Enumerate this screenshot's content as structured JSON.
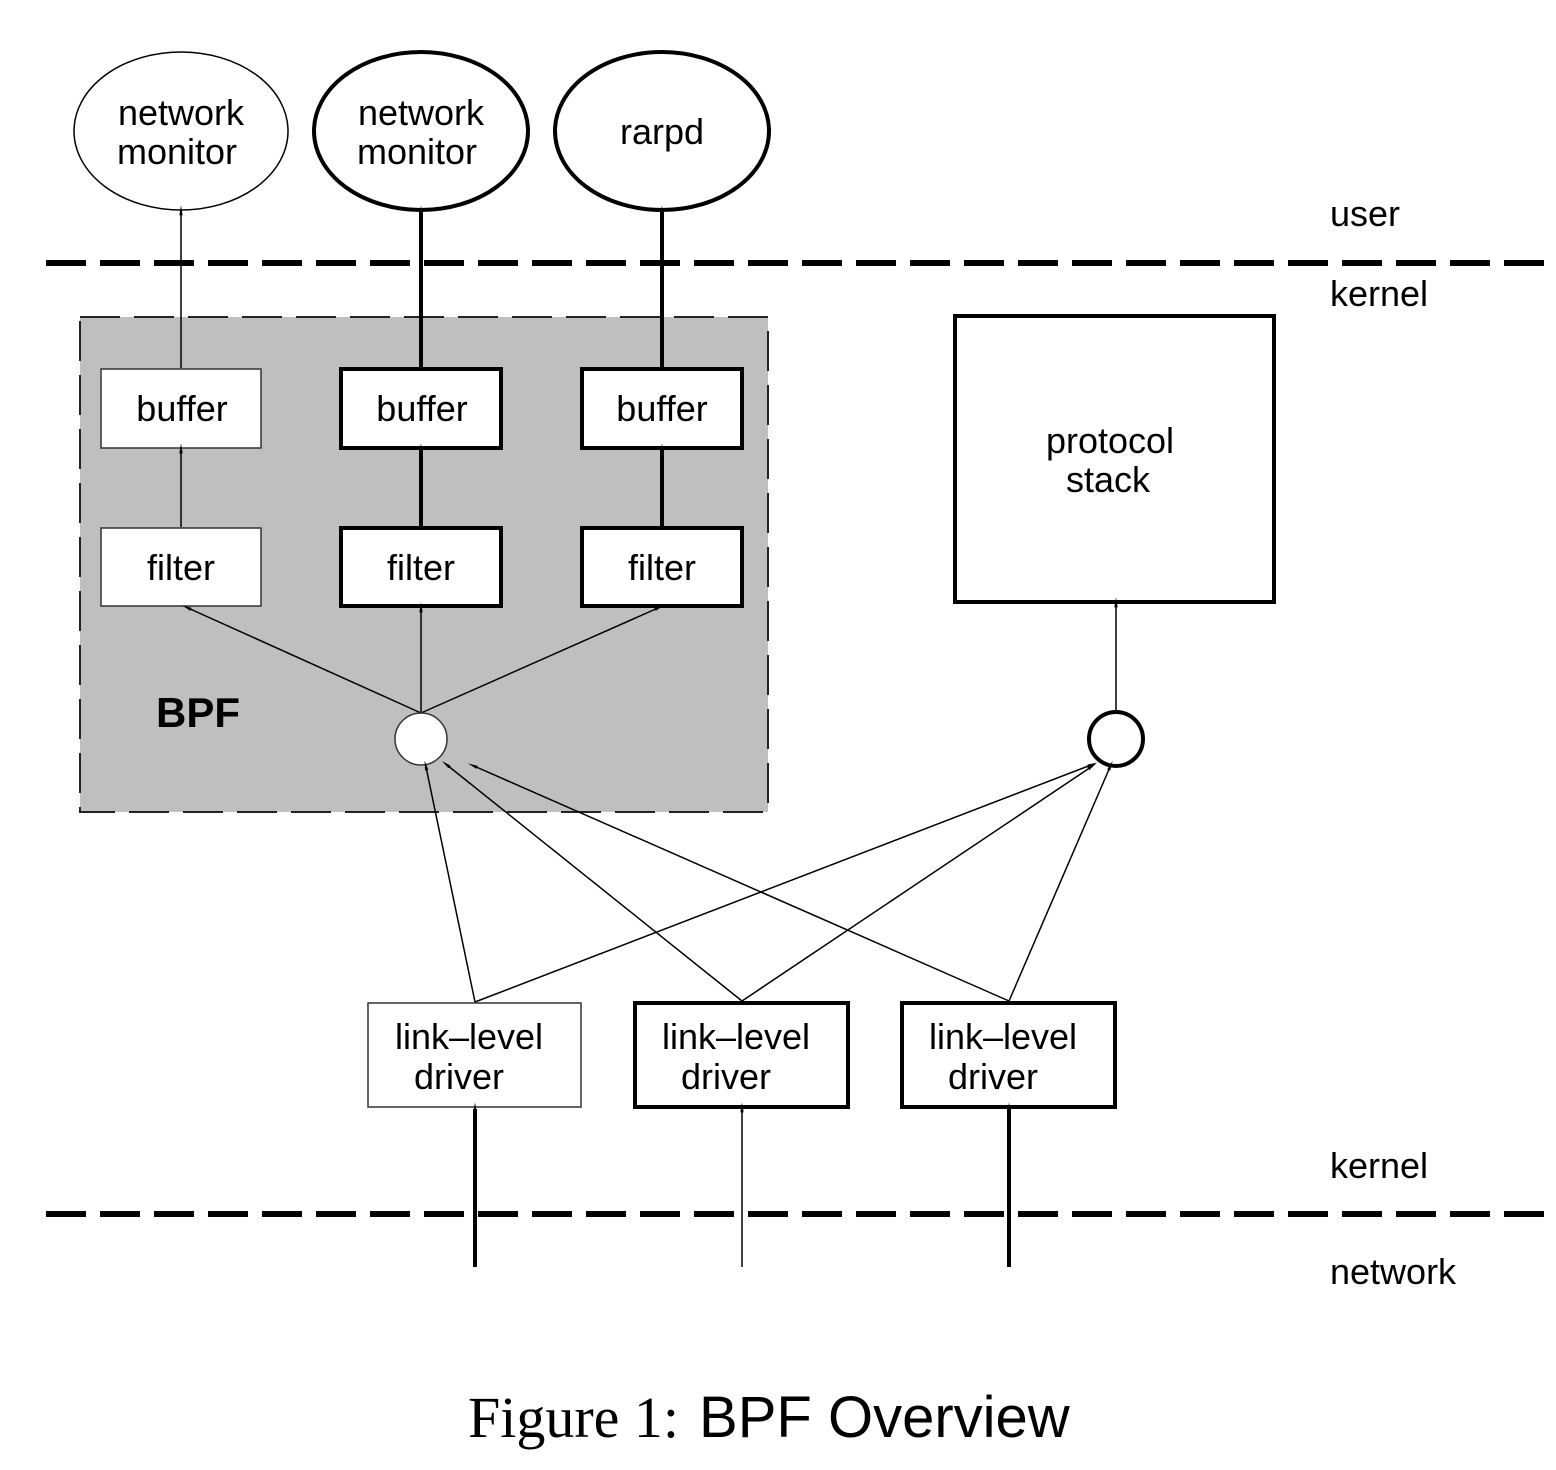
{
  "figure": {
    "caption_prefix": "Figure 1:",
    "caption_text": "BPF Overview"
  },
  "layers": {
    "user": "user",
    "kernel_top": "kernel",
    "kernel_bottom": "kernel",
    "network": "network"
  },
  "bpf": {
    "label": "BPF",
    "fill_color": "#bfbfbf"
  },
  "processes": [
    {
      "line1": "network",
      "line2": "monitor",
      "weight": "thin"
    },
    {
      "line1": "network",
      "line2": "monitor",
      "weight": "thick"
    },
    {
      "line1": "rarpd",
      "line2": "",
      "weight": "thick"
    }
  ],
  "buffers": [
    {
      "label": "buffer",
      "weight": "thin"
    },
    {
      "label": "buffer",
      "weight": "thick"
    },
    {
      "label": "buffer",
      "weight": "thick"
    }
  ],
  "filters": [
    {
      "label": "filter",
      "weight": "thin"
    },
    {
      "label": "filter",
      "weight": "thick"
    },
    {
      "label": "filter",
      "weight": "thick"
    }
  ],
  "protocol_stack": {
    "line1": "protocol",
    "line2": "stack"
  },
  "drivers": [
    {
      "line1": "link–level",
      "line2": "driver",
      "weight": "thin"
    },
    {
      "line1": "link–level",
      "line2": "driver",
      "weight": "thick"
    },
    {
      "line1": "link–level",
      "line2": "driver",
      "weight": "thick"
    }
  ],
  "network_links": [
    {
      "weight": "thick"
    },
    {
      "weight": "thin"
    },
    {
      "weight": "thick"
    }
  ]
}
